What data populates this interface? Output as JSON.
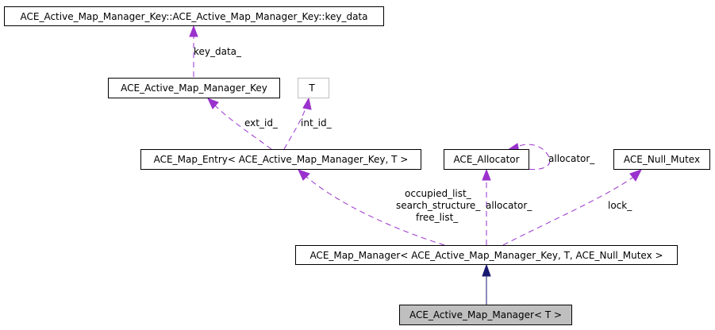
{
  "diagram": {
    "nodes": {
      "key_data": "ACE_Active_Map_Manager_Key::ACE_Active_Map_Manager_Key::key_data",
      "key": "ACE_Active_Map_Manager_Key",
      "t": "T",
      "map_entry": "ACE_Map_Entry< ACE_Active_Map_Manager_Key, T >",
      "allocator": "ACE_Allocator",
      "null_mutex": "ACE_Null_Mutex",
      "map_manager": "ACE_Map_Manager< ACE_Active_Map_Manager_Key, T, ACE_Null_Mutex >",
      "active_map_manager": "ACE_Active_Map_Manager< T >"
    },
    "edge_labels": {
      "key_data": "key_data_",
      "ext_id": "ext_id_",
      "int_id": "int_id_",
      "allocator_self": "allocator_",
      "occupied_list": "occupied_list_",
      "search_structure": "search_structure_",
      "free_list": "free_list_",
      "allocator": "allocator_",
      "lock": "lock_"
    },
    "colors": {
      "usage_edge": "#9a32cd",
      "inheritance_edge": "#191970",
      "current_node_fill": "#bfbfbf"
    }
  }
}
